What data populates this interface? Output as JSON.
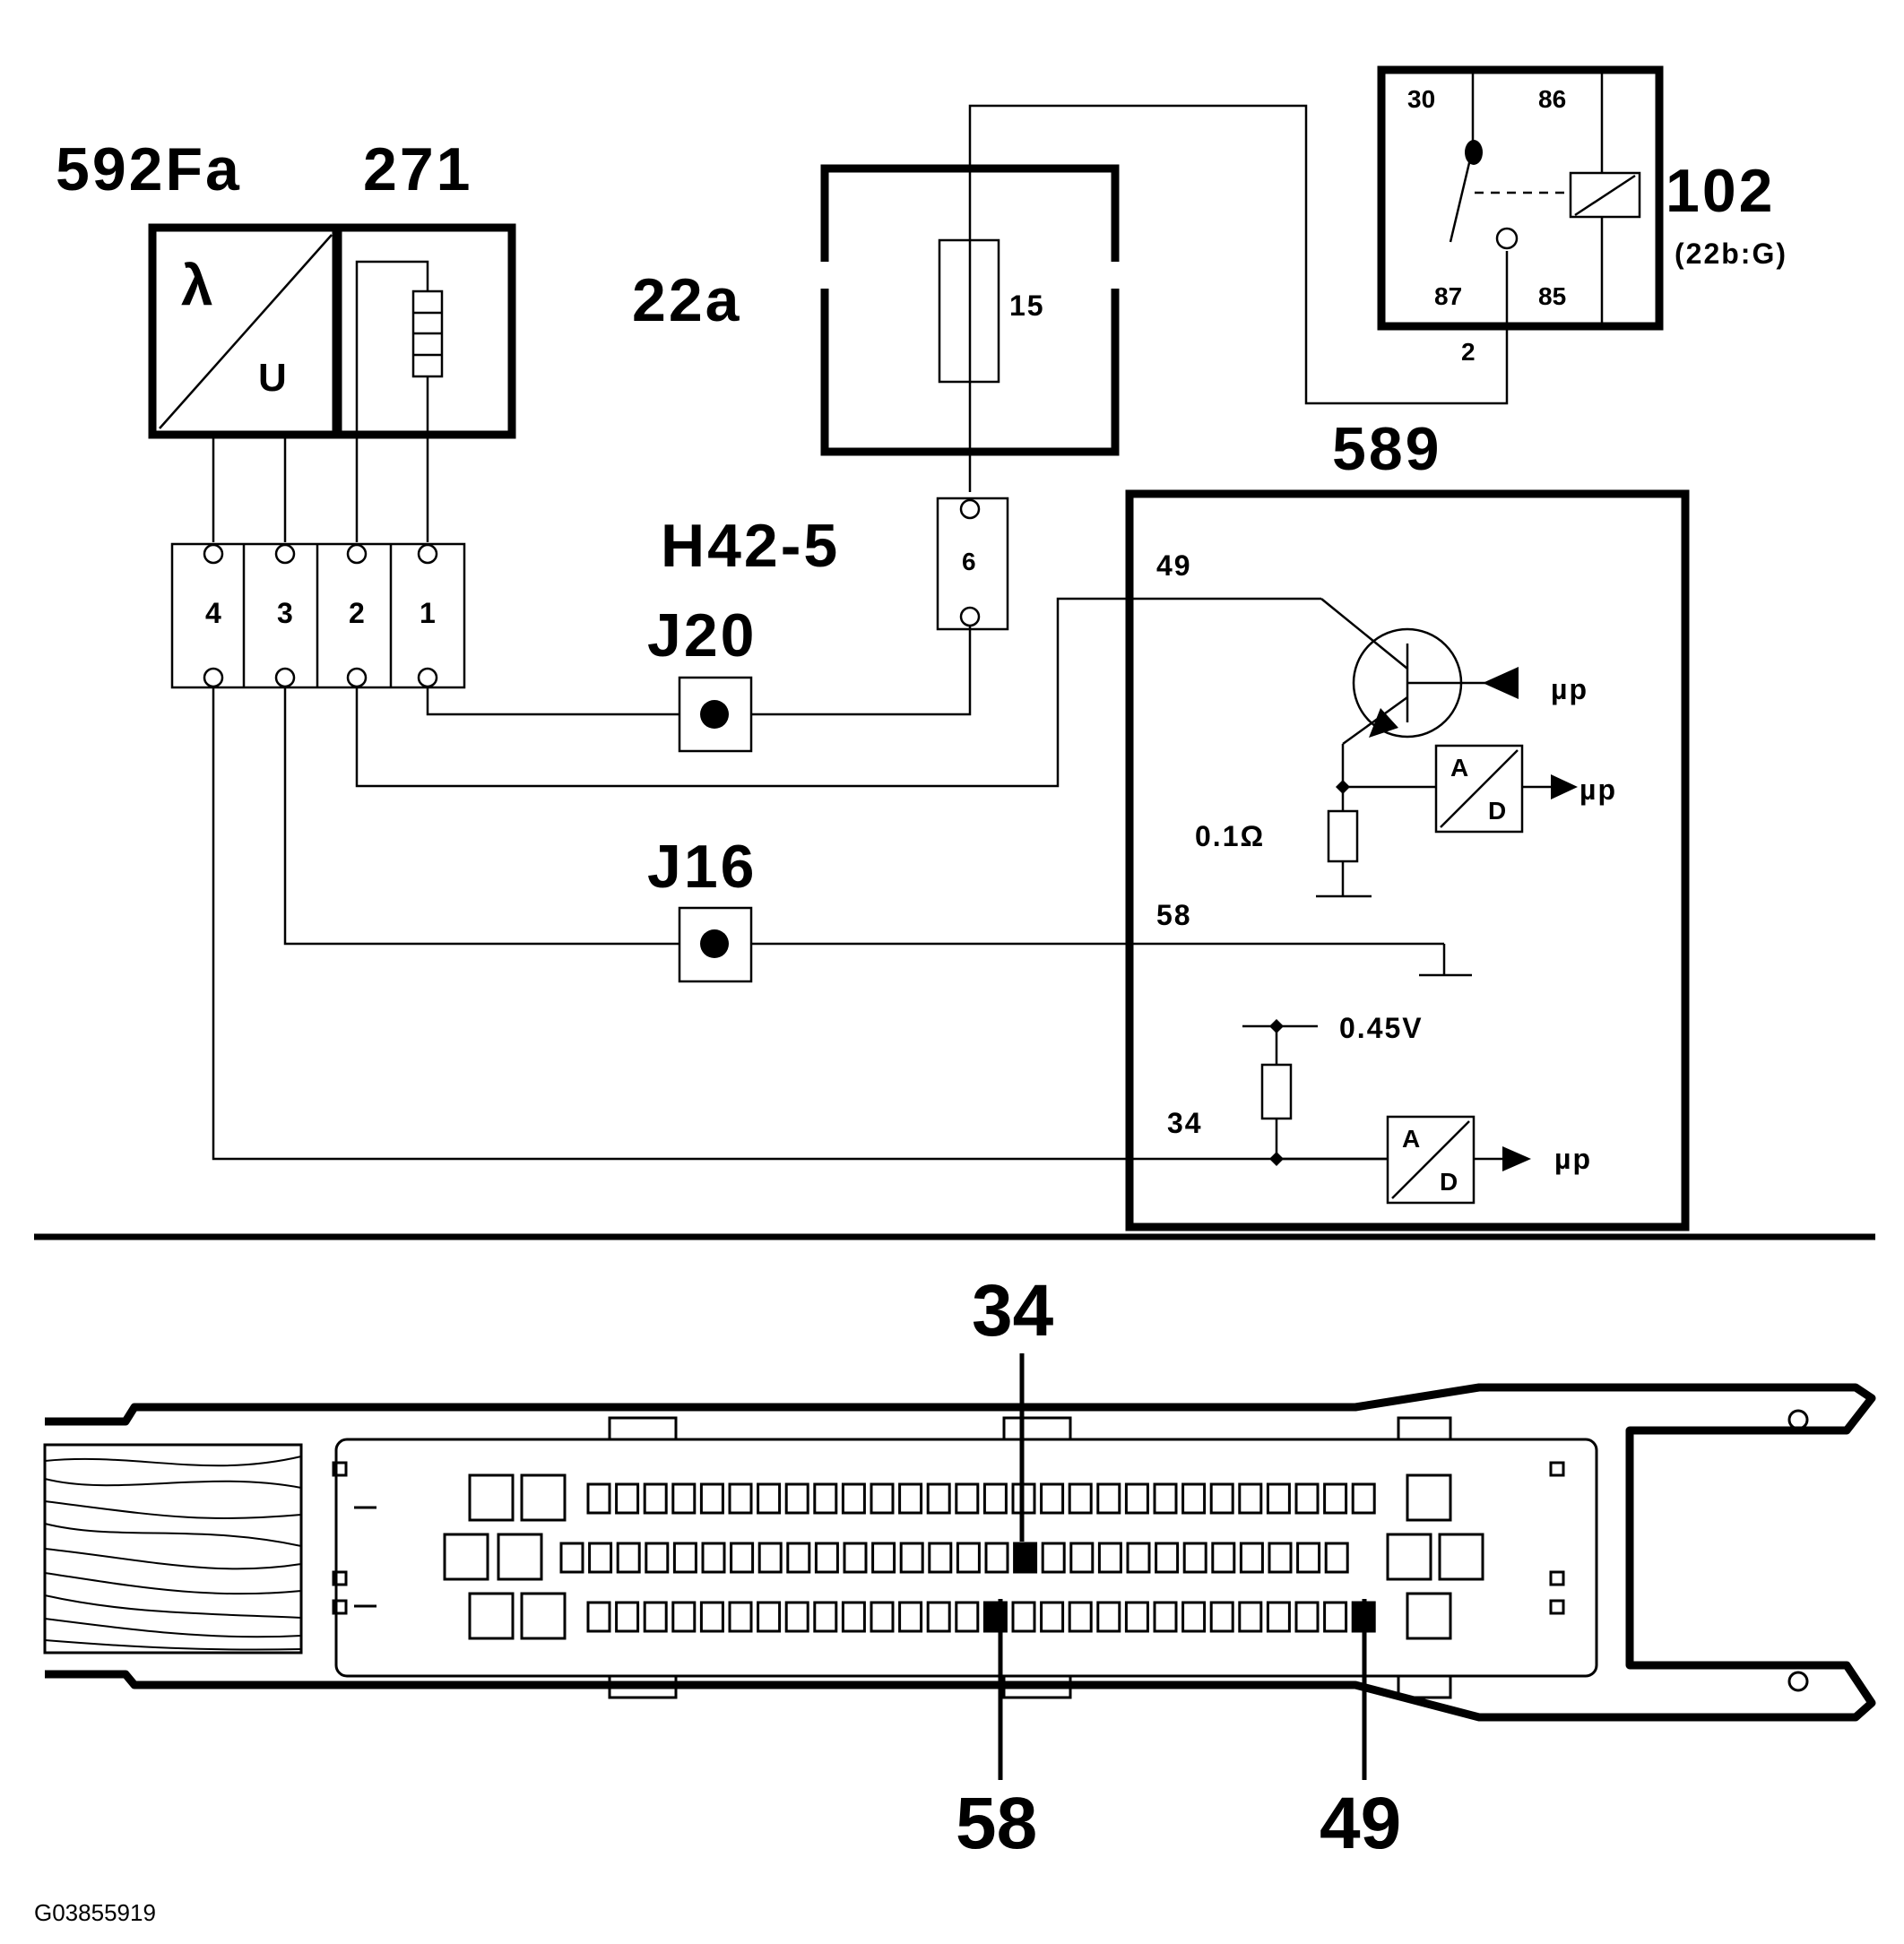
{
  "diagram": {
    "components": {
      "oxygen_sensor": {
        "label": "592Fa",
        "lambda_symbol": "λ",
        "voltage_symbol": "U"
      },
      "heater": {
        "label": "271"
      },
      "fuse_box": {
        "label": "22a",
        "fuse_number": "15"
      },
      "relay": {
        "label": "102",
        "sub_label": "(22b:G)",
        "terminals": [
          "30",
          "86",
          "87",
          "85"
        ],
        "output_pin": "2"
      },
      "ecu": {
        "label": "589"
      },
      "connector_h42": {
        "label": "H42-5",
        "pin": "6"
      },
      "sensor_connector": {
        "pins": [
          "4",
          "3",
          "2",
          "1"
        ]
      },
      "junction_j20": {
        "label": "J20"
      },
      "junction_j16": {
        "label": "J16"
      }
    },
    "ecu_internals": {
      "pin_49": "49",
      "pin_58": "58",
      "pin_34": "34",
      "shunt": "0.1Ω",
      "bias_voltage": "0.45V",
      "adc_a": "A",
      "adc_d": "D",
      "micro_label": "µp"
    },
    "ecu_connector_pins": {
      "top": "34",
      "bottom_left": "58",
      "bottom_right": "49"
    },
    "figure_code": "G03855919"
  }
}
